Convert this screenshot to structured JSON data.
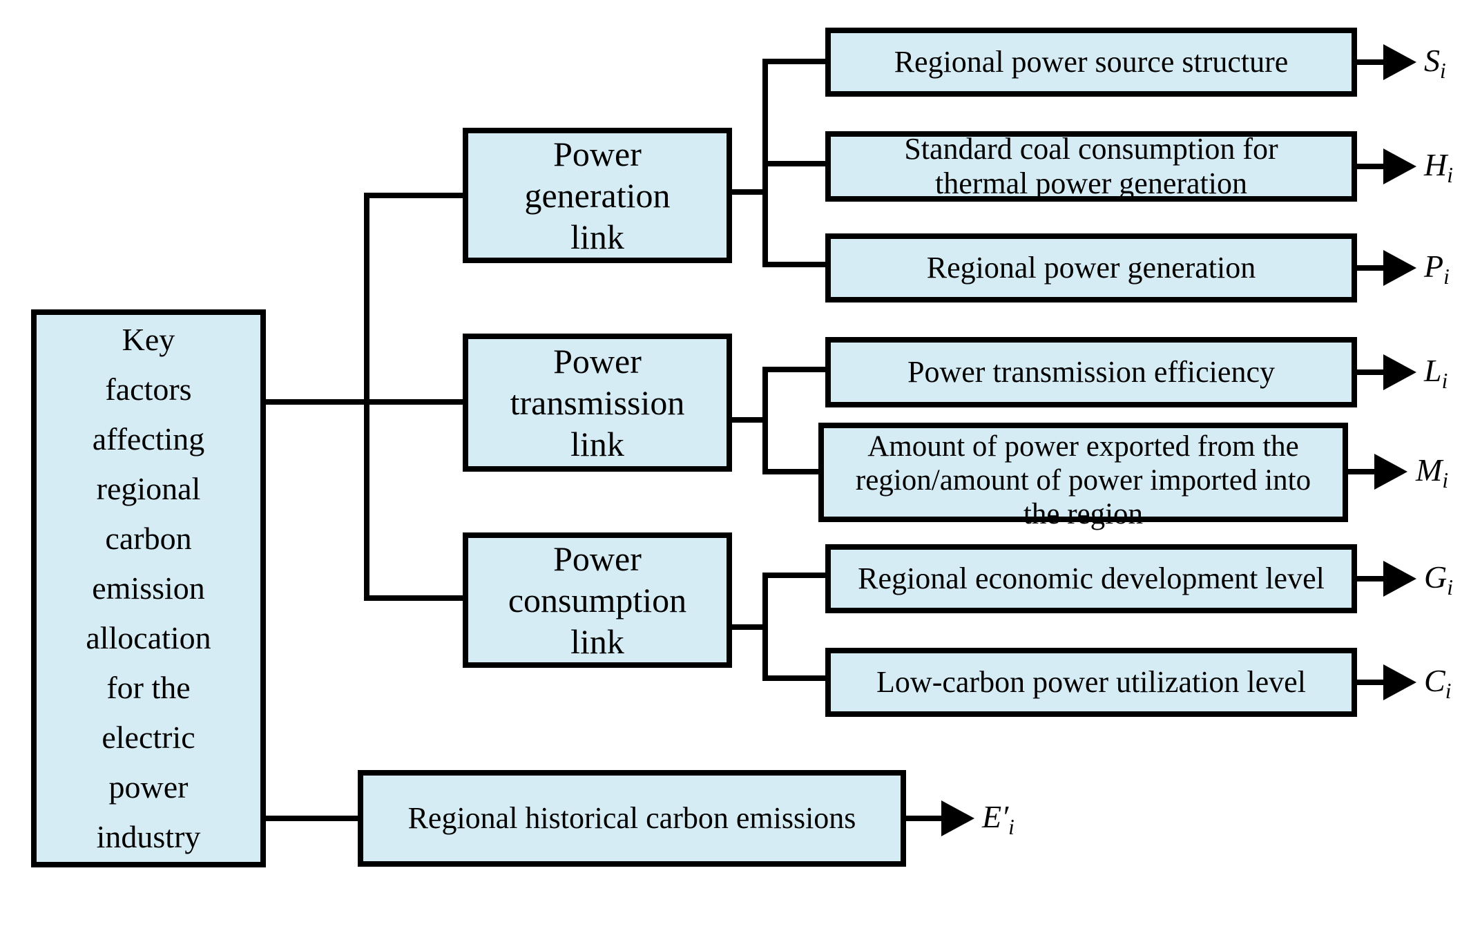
{
  "figure": {
    "colors": {
      "box_fill": "#d6ecf4",
      "box_border": "#000000",
      "line": "#000000",
      "background": "#ffffff"
    },
    "root": {
      "label": "Key\nfactors\naffecting\nregional\ncarbon\nemission\nallocation\nfor the\nelectric\npower\nindustry"
    },
    "links": [
      {
        "label": "Power\ngeneration\nlink"
      },
      {
        "label": "Power\ntransmission\nlink"
      },
      {
        "label": "Power\nconsumption\nlink"
      }
    ],
    "factors": [
      {
        "label": "Regional power source structure",
        "symbol": "S",
        "sub": "i"
      },
      {
        "label": "Standard coal consumption for\nthermal power generation",
        "symbol": "H",
        "sub": "i"
      },
      {
        "label": "Regional power generation",
        "symbol": "P",
        "sub": "i"
      },
      {
        "label": "Power transmission efficiency",
        "symbol": "L",
        "sub": "i"
      },
      {
        "label": "Amount of power exported from the\nregion/amount of power imported into\nthe region",
        "symbol": "M",
        "sub": "i"
      },
      {
        "label": "Regional economic development level",
        "symbol": "G",
        "sub": "i"
      },
      {
        "label": "Low-carbon power utilization level",
        "symbol": "C",
        "sub": "i"
      },
      {
        "label": "Regional historical carbon emissions",
        "symbol": "E′",
        "sub": "i"
      }
    ]
  }
}
